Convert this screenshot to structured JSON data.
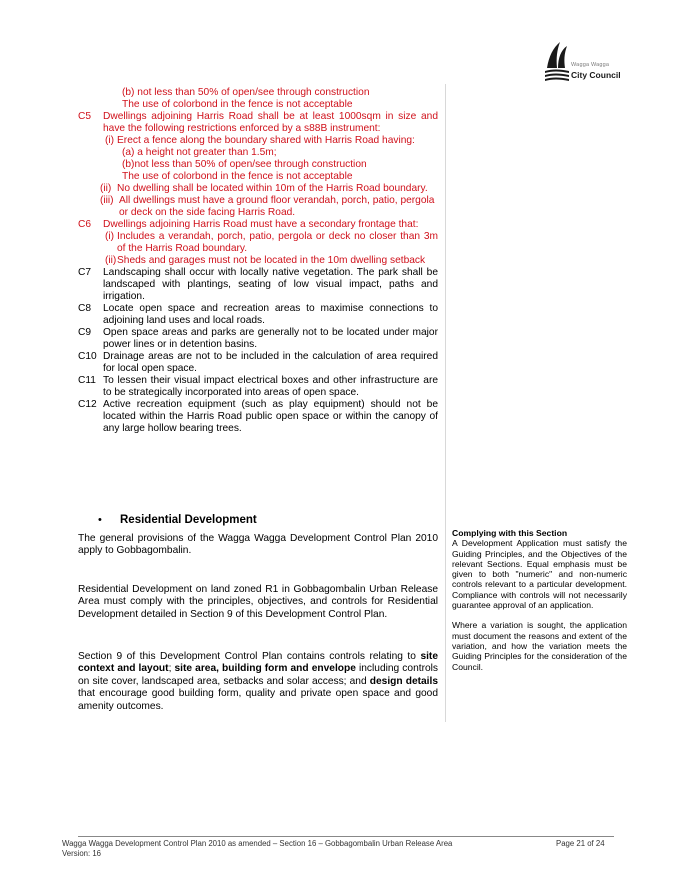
{
  "logo": {
    "line1": "Wagga Wagga",
    "line2": "City Council"
  },
  "top_lines": [
    "(b) not less than 50% of open/see through construction",
    "The use of colorbond in the fence is not acceptable"
  ],
  "c5": {
    "num": "C5",
    "text": "Dwellings adjoining Harris Road shall be at least 1000sqm in size and have the following restrictions enforced by a s88B instrument:",
    "i_num": "(i)",
    "i_text": "Erect a fence along the boundary shared with Harris Road having:",
    "i_a": "(a) a height not greater than 1.5m;",
    "i_b": "(b)not less than 50% of open/see through construction",
    "i_c": "The use of colorbond in the fence is not acceptable",
    "ii_num": "(ii)",
    "ii_text": "No dwelling shall be located within 10m of the Harris Road boundary.",
    "iii_num": "(iii)",
    "iii_text": "All dwellings must have a ground floor verandah, porch, patio, pergola or deck on the side facing Harris Road."
  },
  "c6": {
    "num": "C6",
    "text": "Dwellings adjoining Harris Road must have a secondary frontage that:",
    "i_num": "(i)",
    "i_text": "Includes a verandah, porch, patio, pergola or deck no closer than 3m of the Harris Road boundary.",
    "ii_num": "(ii)",
    "ii_text": "Sheds and garages must not be located in the 10m dwelling setback"
  },
  "controls": [
    {
      "num": "C7",
      "text": "Landscaping shall occur with locally native vegetation. The park shall be landscaped with plantings, seating of low visual impact, paths and irrigation."
    },
    {
      "num": "C8",
      "text": "Locate open space and recreation areas to maximise connections to adjoining land uses and local roads."
    },
    {
      "num": "C9",
      "text": "Open space areas and parks are generally not to be located under major power lines or in detention basins."
    },
    {
      "num": "C10",
      "text": "Drainage areas are not to be included in the calculation of area required for local open space."
    },
    {
      "num": "C11",
      "text": "To lessen their visual impact electrical boxes and other infrastructure are to be strategically incorporated into areas of open space."
    },
    {
      "num": "C12",
      "text": "Active recreation equipment (such as play equipment) should not be located within the Harris Road public open space or within the canopy of any large hollow bearing trees."
    }
  ],
  "section": {
    "bullet": "•",
    "heading": "Residential Development",
    "para1": "The general provisions of the Wagga Wagga Development Control Plan 2010 apply to Gobbagombalin.",
    "para2": "Residential Development on land zoned R1 in Gobbagombalin Urban Release Area must comply with the principles, objectives, and controls for Residential Development detailed in Section 9 of this Development Control Plan.",
    "para3_a": "Section 9 of this Development Control Plan contains controls relating to ",
    "para3_b": "site context and layout",
    "para3_c": "; ",
    "para3_d": "site area, building form and envelope",
    "para3_e": " including controls on site cover, landscaped area, setbacks and solar access; and ",
    "para3_f": "design details",
    "para3_g": " that encourage good building form, quality and private open space and good amenity outcomes."
  },
  "sidebar": {
    "heading": "Complying with this Section",
    "para1": "A Development Application must satisfy the Guiding Principles, and the Objectives of the relevant Sections. Equal emphasis must be given to both \"numeric\" and non-numeric controls relevant to a particular development. Compliance with controls will not necessarily guarantee approval of an application.",
    "para2": "Where a variation is sought, the application must document the reasons and extent of the variation, and how the variation meets the Guiding Principles for the consideration of the Council."
  },
  "footer": {
    "left": "Wagga Wagga Development Control Plan 2010 as amended – Section 16 – Gobbagombalin Urban Release Area",
    "right": "Page 21 of 24",
    "version": "Version: 16"
  },
  "colors": {
    "red_text": "#d0111b",
    "logo_dark": "#1a1a1a"
  }
}
